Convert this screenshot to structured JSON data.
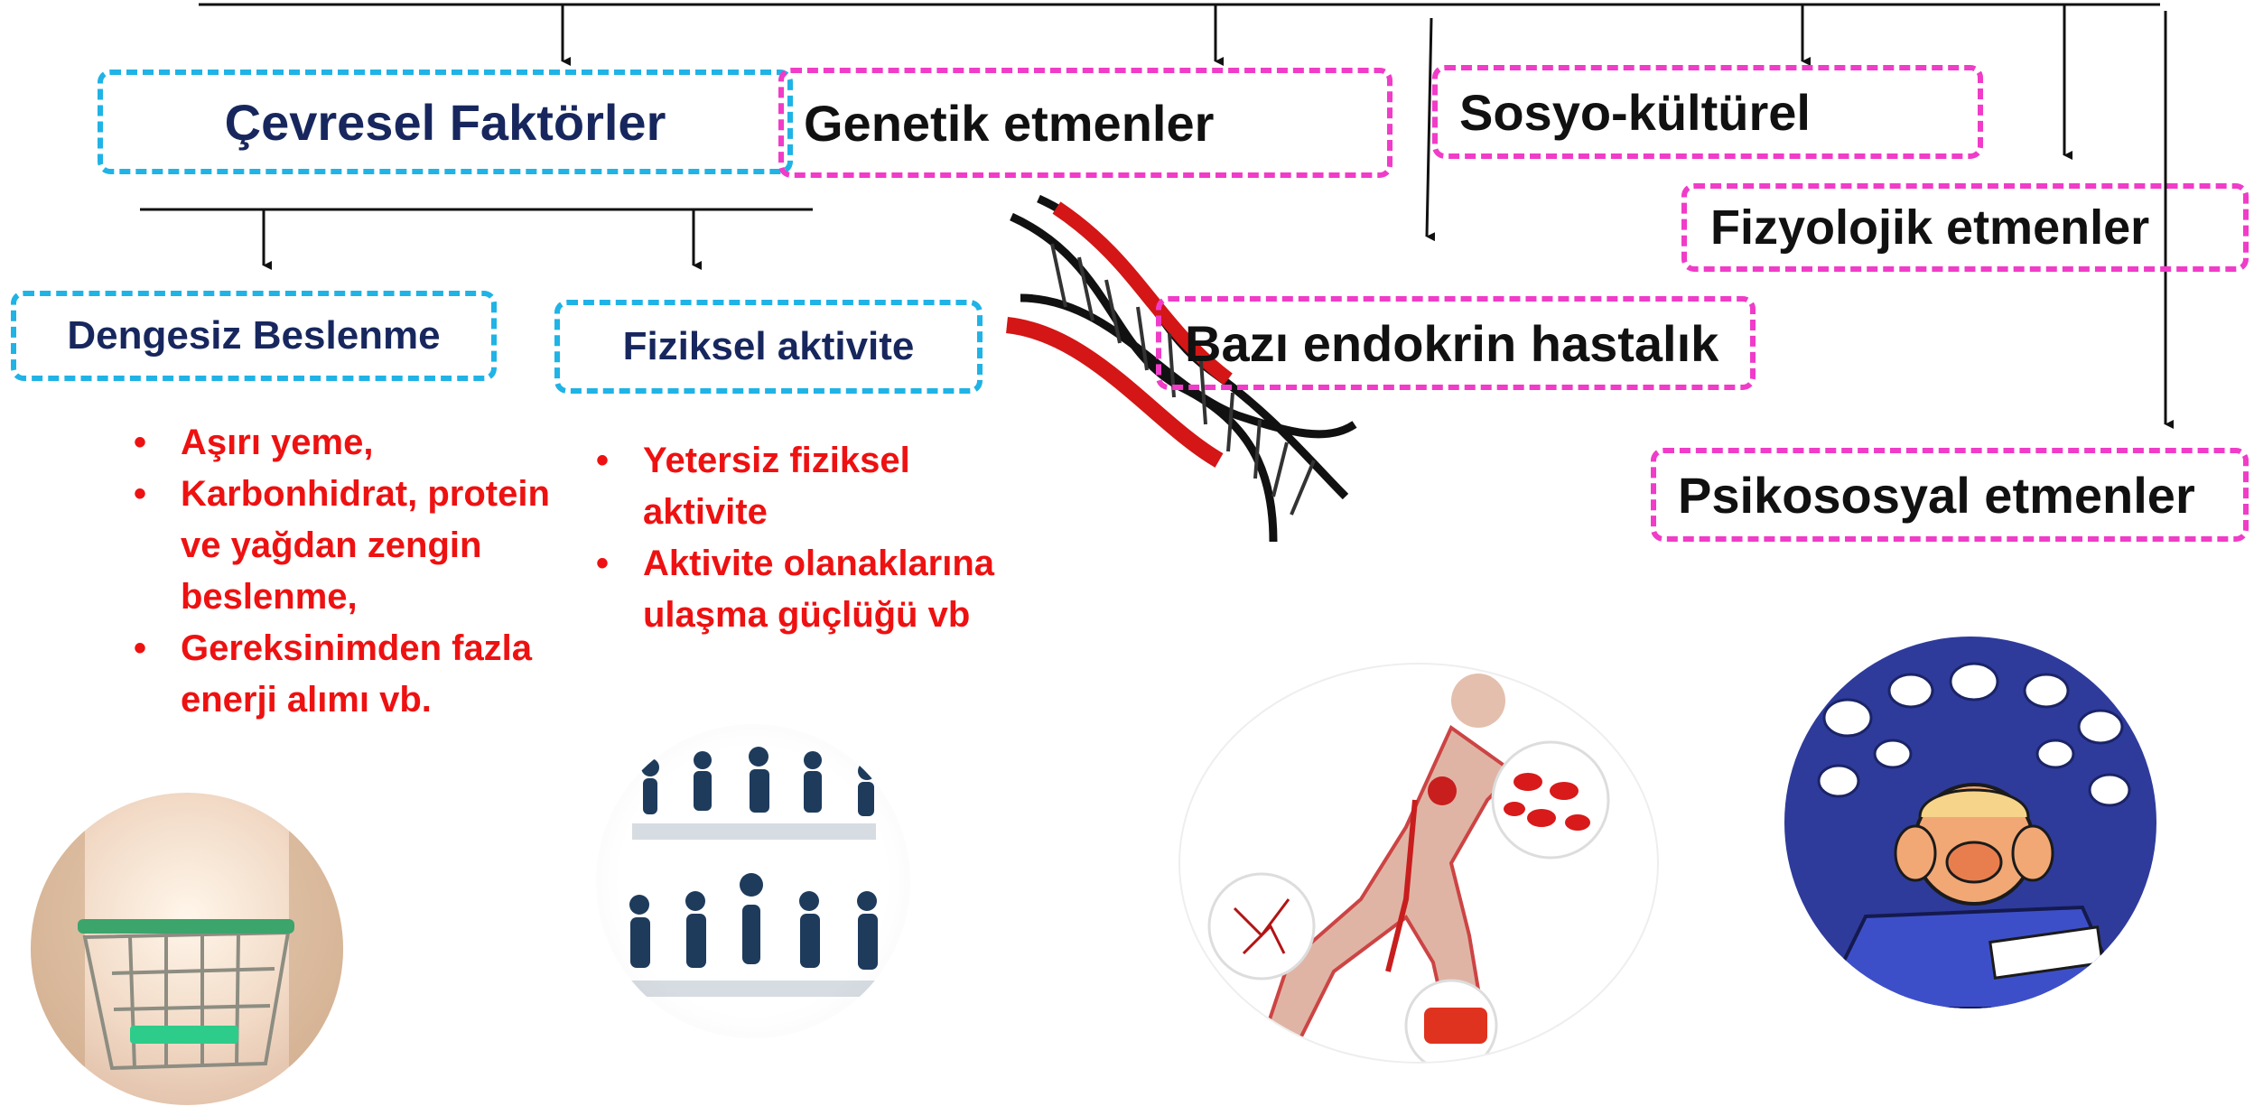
{
  "colors": {
    "env_border": "#1fb3e6",
    "env_text": "#17275e",
    "factor_border": "#f03cc8",
    "factor_text": "#111111",
    "bullet_text": "#ee1111",
    "connector": "#111111"
  },
  "boxes": {
    "cevresel": "Çevresel Faktörler",
    "genetik": "Genetik etmenler",
    "sosyo": "Sosyo-kültürel",
    "fizyolojik": "Fizyolojik etmenler",
    "endokrin": "Bazı endokrin hastalık",
    "psikososyal": "Psikososyal etmenler",
    "beslenme": "Dengesiz Beslenme",
    "aktivite": "Fiziksel aktivite"
  },
  "beslenme_items": [
    "Aşırı yeme,",
    "Karbonhidrat, protein ve yağdan zengin beslenme,",
    "Gereksinimden fazla enerji alımı vb."
  ],
  "aktivite_items": [
    "Yetersiz fiziksel aktivite",
    "Aktivite olanaklarına ulaşma güçlüğü vb"
  ],
  "images": {
    "dna": "dna-helix-icon",
    "cart": "shopping-cart-icon",
    "exercise": "exercise-silhouettes-icon",
    "anatomy": "human-anatomy-runner-icon",
    "stress": "stressed-person-cartoon-icon"
  }
}
